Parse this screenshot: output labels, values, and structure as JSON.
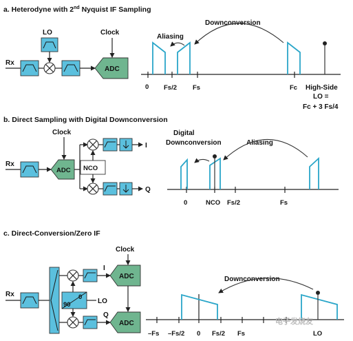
{
  "panel_a": {
    "title": "a. Heterodyne with 2",
    "title_sup": "nd",
    "title_end": " Nyquist IF Sampling",
    "lo": "LO",
    "clock": "Clock",
    "rx": "Rx",
    "adc": "ADC",
    "aliasing": "Aliasing",
    "downconversion": "Downconversion",
    "ticks": [
      "0",
      "Fs/2",
      "Fs",
      "Fc"
    ],
    "high_side_1": "High-Side",
    "high_side_2": "LO =",
    "high_side_3": "Fc + 3 Fs/4"
  },
  "panel_b": {
    "title": "b. Direct Sampling with Digital Downconversion",
    "clock": "Clock",
    "rx": "Rx",
    "adc": "ADC",
    "nco": "NCO",
    "i": "I",
    "q": "Q",
    "digital": "Digital",
    "downconversion": "Downconversion",
    "aliasing": "Aliasing",
    "ticks": [
      "0",
      "NCO",
      "Fs/2",
      "Fs"
    ]
  },
  "panel_c": {
    "title": "c. Direct-Conversion/Zero IF",
    "clock": "Clock",
    "rx": "Rx",
    "adc_i": "ADC",
    "adc_q": "ADC",
    "i": "I",
    "q": "Q",
    "phase_90": "90",
    "phase_0": "0",
    "lo": "LO",
    "downconversion": "Downconversion",
    "ticks": [
      "–Fs",
      "–Fs/2",
      "0",
      "Fs/2",
      "Fs",
      "LO"
    ]
  },
  "watermark": "电子发烧友"
}
